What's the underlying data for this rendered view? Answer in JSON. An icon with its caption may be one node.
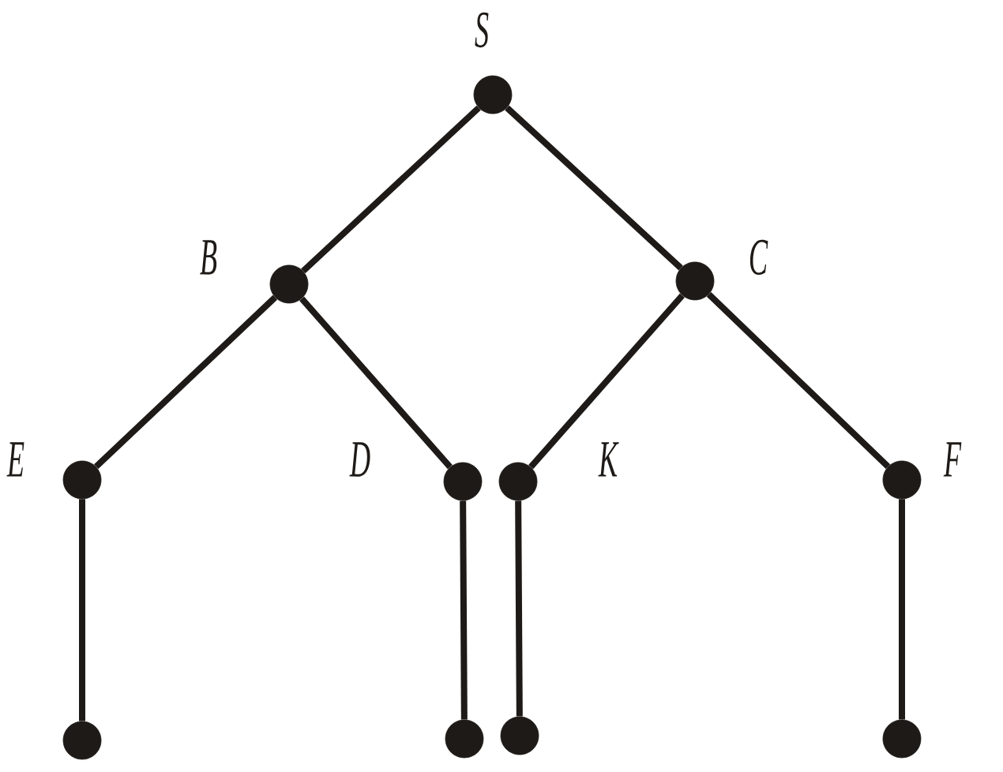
{
  "diagram": {
    "nodes": [
      {
        "text": [],
        "shape": "circle",
        "beside": [
          "S"
        ]
      },
      {
        "text": [],
        "shape": "circle",
        "beside": [
          "B"
        ]
      },
      {
        "text": [],
        "shape": "circle",
        "beside": [
          "C"
        ]
      },
      {
        "text": [],
        "shape": "circle",
        "beside": [
          "E"
        ]
      },
      {
        "text": [],
        "shape": "circle",
        "beside": [
          "D"
        ]
      },
      {
        "text": [],
        "shape": "circle",
        "beside": [
          "K"
        ]
      },
      {
        "text": [],
        "shape": "circle",
        "beside": [
          "F"
        ]
      },
      {
        "text": [],
        "shape": "circle"
      },
      {
        "text": [],
        "shape": "circle"
      },
      {
        "text": [],
        "shape": "circle"
      },
      {
        "text": [],
        "shape": "circle"
      }
    ],
    "edges": [
      {
        "from": 0,
        "to": 1,
        "arrow": "none"
      },
      {
        "from": 0,
        "to": 2,
        "arrow": "none"
      },
      {
        "from": 1,
        "to": 3,
        "arrow": "none"
      },
      {
        "from": 1,
        "to": 4,
        "arrow": "none"
      },
      {
        "from": 2,
        "to": 5,
        "arrow": "none"
      },
      {
        "from": 2,
        "to": 6,
        "arrow": "none"
      },
      {
        "from": 3,
        "to": 7,
        "arrow": "none"
      },
      {
        "from": 4,
        "to": 8,
        "arrow": "none"
      },
      {
        "from": 5,
        "to": 9,
        "arrow": "none"
      },
      {
        "from": 6,
        "to": 10,
        "arrow": "none"
      }
    ]
  }
}
